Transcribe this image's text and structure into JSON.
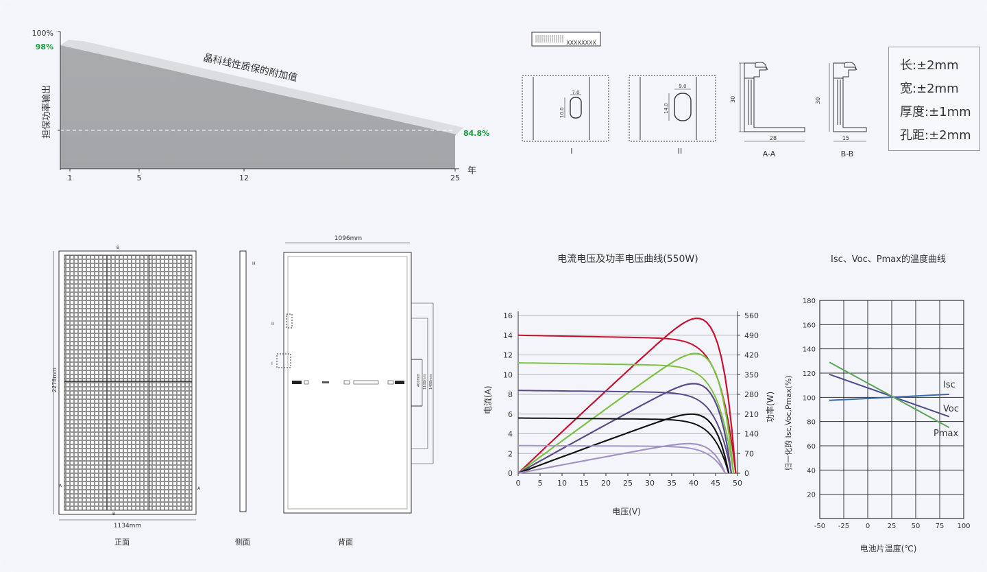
{
  "warranty": {
    "y_axis_title": "担保功率输出",
    "y_top": "100%",
    "y_start": "98%",
    "y_end": "84.8%",
    "x_ticks": [
      "1",
      "5",
      "12",
      "25"
    ],
    "x_unit": "年",
    "banner": "晶科线性质保的附加值",
    "accent": "#1a9b3c"
  },
  "frame": {
    "labels": {
      "sec1": "I",
      "sec2": "II",
      "secA": "A-A",
      "secB": "B-B"
    },
    "dims": {
      "i_w": "7.0",
      "i_h": "10.0",
      "ii_w": "9.0",
      "ii_h": "14.0",
      "a_h": "30",
      "a_w": "28",
      "b_h": "30",
      "b_w": "15"
    },
    "tolerances": [
      "长:±2mm",
      "宽:±2mm",
      "厚度:±1mm",
      "孔距:±2mm"
    ]
  },
  "module": {
    "front_label": "正面",
    "side_label": "侧面",
    "back_label": "背面",
    "height_dim": "2278mm",
    "width_dim": "1134mm",
    "back_width_dim": "1096mm",
    "mark_a": "A",
    "mark_b": "B",
    "mark_h": "H",
    "mark_i": "I",
    "mark_ii": "II",
    "hole_dims": [
      "400mm",
      "1100mm",
      "1400mm"
    ]
  },
  "chart_data": [
    {
      "type": "line",
      "title": "电流电压及功率电压曲线(550W)",
      "xlabel": "电压(V)",
      "ylabel": "电流(A)",
      "y2label": "功率(W)",
      "xlim": [
        0,
        50
      ],
      "ylim": [
        0,
        16
      ],
      "y2lim": [
        0,
        560
      ],
      "x_ticks": [
        0,
        5,
        10,
        15,
        20,
        25,
        30,
        35,
        40,
        45,
        50
      ],
      "y_ticks": [
        0,
        2,
        4,
        6,
        8,
        10,
        12,
        14,
        16
      ],
      "y2_ticks": [
        0,
        70,
        140,
        210,
        280,
        350,
        420,
        490,
        560
      ],
      "grid": true,
      "series": [
        {
          "color": "#c8102e",
          "isc": 14.0,
          "voc": 49.6,
          "vmp": 41.5,
          "imp": 13.25,
          "pmax": 550,
          "pcolor": "#c8102e"
        },
        {
          "color": "#7cc242",
          "isc": 11.2,
          "voc": 49.1,
          "vmp": 41.3,
          "imp": 10.6,
          "pmax": 425,
          "pcolor": "#7cc242"
        },
        {
          "color": "#5b4a8b",
          "isc": 8.4,
          "voc": 48.6,
          "vmp": 41.0,
          "imp": 7.95,
          "pmax": 318,
          "pcolor": "#5b4a8b"
        },
        {
          "color": "#111111",
          "isc": 5.6,
          "voc": 48.0,
          "vmp": 40.8,
          "imp": 5.3,
          "pmax": 210,
          "pcolor": "#111111"
        },
        {
          "color": "#a393c4",
          "isc": 2.8,
          "voc": 47.2,
          "vmp": 40.5,
          "imp": 2.65,
          "pmax": 105,
          "pcolor": "#a393c4"
        }
      ]
    },
    {
      "type": "line",
      "title": "Isc、Voc、Pmax的温度曲线",
      "xlabel": "电池片温度(℃)",
      "ylabel": "归一化的 Isc,Voc,Pmax(%)",
      "xlim": [
        -50,
        100
      ],
      "ylim": [
        0,
        180
      ],
      "x_ticks": [
        -50,
        -25,
        0,
        25,
        50,
        75,
        100
      ],
      "y_ticks": [
        20,
        40,
        60,
        80,
        100,
        120,
        140,
        160,
        180
      ],
      "grid": true,
      "series": [
        {
          "name": "Isc",
          "color": "#3a6aa8",
          "x": [
            -40,
            85
          ],
          "y": [
            97.5,
            102.5
          ]
        },
        {
          "name": "Voc",
          "color": "#4a4a8f",
          "x": [
            -40,
            85
          ],
          "y": [
            119,
            84
          ]
        },
        {
          "name": "Pmax",
          "color": "#5aa55a",
          "x": [
            -40,
            85
          ],
          "y": [
            129,
            75
          ]
        }
      ]
    }
  ]
}
